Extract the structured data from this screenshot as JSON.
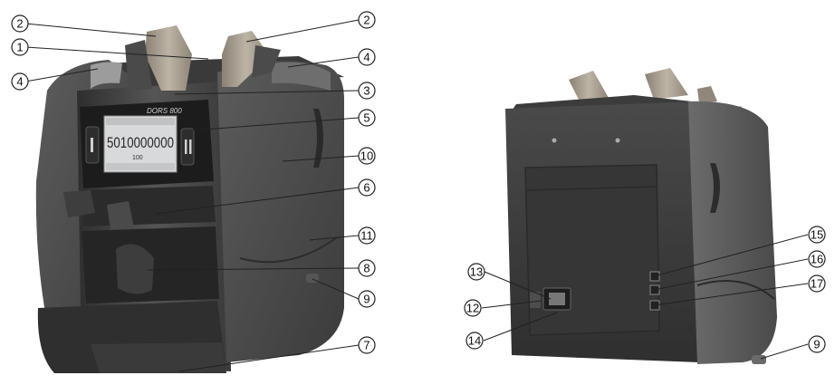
{
  "device": {
    "brand": "DORS 800",
    "display_main": "5010000000",
    "display_sub": "100"
  },
  "callouts": [
    {
      "id": "c2a",
      "number": "2"
    },
    {
      "id": "c1",
      "number": "1"
    },
    {
      "id": "c4a",
      "number": "4"
    },
    {
      "id": "c2b",
      "number": "2"
    },
    {
      "id": "c4b",
      "number": "4"
    },
    {
      "id": "c3",
      "number": "3"
    },
    {
      "id": "c5",
      "number": "5"
    },
    {
      "id": "c10",
      "number": "10"
    },
    {
      "id": "c6",
      "number": "6"
    },
    {
      "id": "c11",
      "number": "11"
    },
    {
      "id": "c8",
      "number": "8"
    },
    {
      "id": "c9a",
      "number": "9"
    },
    {
      "id": "c7",
      "number": "7"
    },
    {
      "id": "c15",
      "number": "15"
    },
    {
      "id": "c13",
      "number": "13"
    },
    {
      "id": "c16",
      "number": "16"
    },
    {
      "id": "c17",
      "number": "17"
    },
    {
      "id": "c12",
      "number": "12"
    },
    {
      "id": "c9b",
      "number": "9"
    },
    {
      "id": "c14",
      "number": "14"
    }
  ],
  "colors": {
    "body_dark": "#3c3c3c",
    "body_mid": "#5a5a5a",
    "body_light": "#7a7a7a",
    "screen": "#d9dadb",
    "tan_guide": "#a39a8d",
    "line": "#222222"
  }
}
